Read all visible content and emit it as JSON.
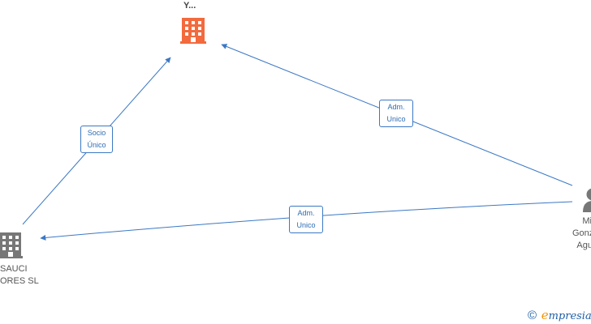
{
  "diagram": {
    "nodes": [
      {
        "id": "company-top",
        "type": "company",
        "label_lines": [
          "Y..."
        ],
        "color": "#f26a3d"
      },
      {
        "id": "company-left",
        "type": "company",
        "label_lines": [
          "SAUCI",
          "ORES SL"
        ],
        "color": "#777777"
      },
      {
        "id": "person-right",
        "type": "person",
        "label_lines": [
          "Mi",
          "Gonz",
          "Agu"
        ],
        "color": "#777777"
      }
    ],
    "edges": [
      {
        "from": "company-left",
        "to": "company-top",
        "label_lines": [
          "Socio",
          "Único"
        ]
      },
      {
        "from": "person-right",
        "to": "company-top",
        "label_lines": [
          "Adm.",
          "Unico"
        ]
      },
      {
        "from": "person-right",
        "to": "company-left",
        "label_lines": [
          "Adm.",
          "Unico"
        ]
      }
    ],
    "edge_color": "#3b78c4"
  },
  "watermark": {
    "symbol": "©",
    "brand_initial": "e",
    "brand_rest": "mpresia"
  }
}
